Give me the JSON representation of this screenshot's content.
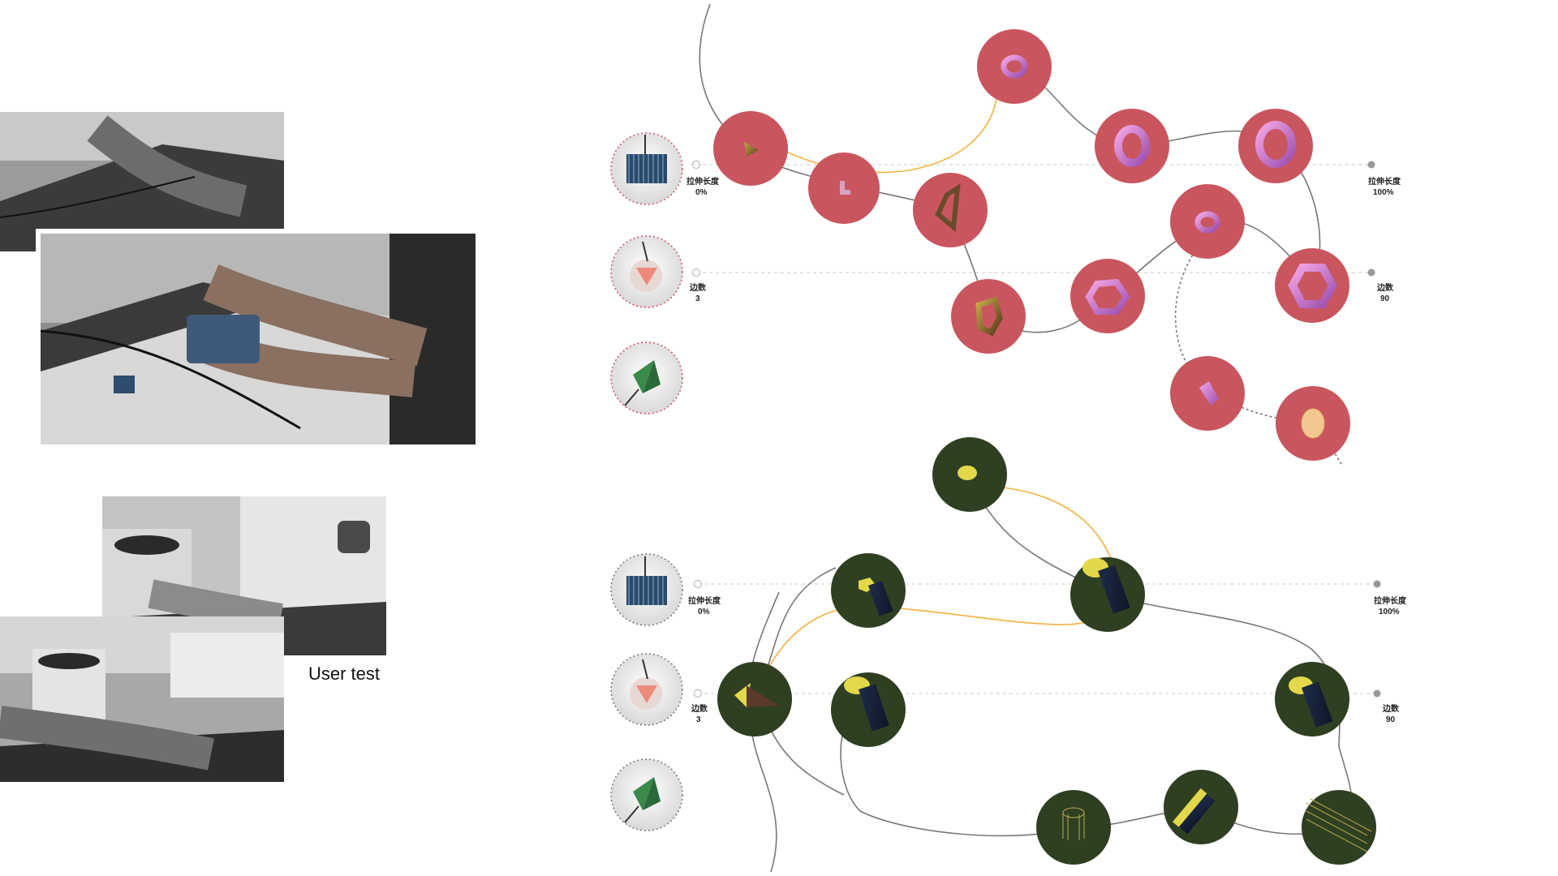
{
  "caption": "User test",
  "colors": {
    "top_node": "#c9565f",
    "bottom_node": "#2f3f22",
    "path_primary": "#f2b13c",
    "path_secondary": "#777777",
    "grid_line": "#c8c8c8"
  },
  "top_panel": {
    "sliders": [
      {
        "name": "拉伸长度",
        "min": "0%",
        "max": "100%"
      },
      {
        "name": "边数",
        "min": "3",
        "max": "90"
      }
    ],
    "controls": [
      "accordion-icon",
      "triangle-knob-icon",
      "pyramid-icon"
    ]
  },
  "bottom_panel": {
    "sliders": [
      {
        "name": "拉伸长度",
        "min": "0%",
        "max": "100%"
      },
      {
        "name": "边数",
        "min": "3",
        "max": "90"
      }
    ],
    "controls": [
      "accordion-icon",
      "triangle-knob-icon",
      "pyramid-icon"
    ]
  }
}
